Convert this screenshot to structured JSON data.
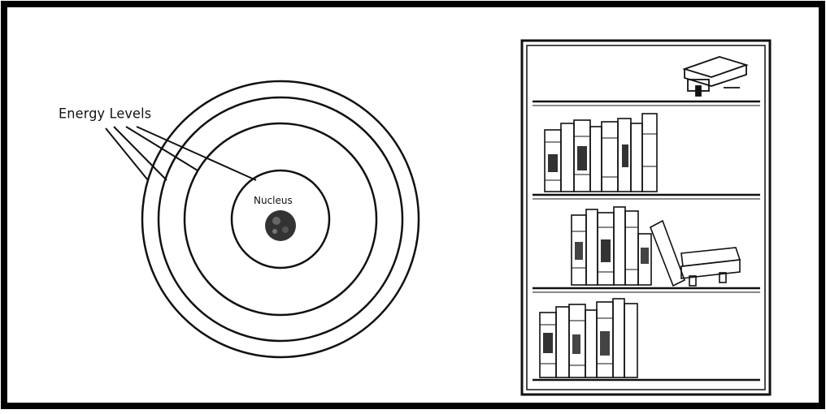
{
  "diagram": {
    "labels": {
      "energy_levels": "Energy Levels",
      "nucleus": "Nucleus"
    },
    "atom": {
      "energy_level_count": 4,
      "nucleus_color": "#333333"
    },
    "bookshelf": {
      "shelf_count": 4
    },
    "colors": {
      "frame": "#000000",
      "ink": "#111111",
      "background": "#ffffff"
    }
  }
}
